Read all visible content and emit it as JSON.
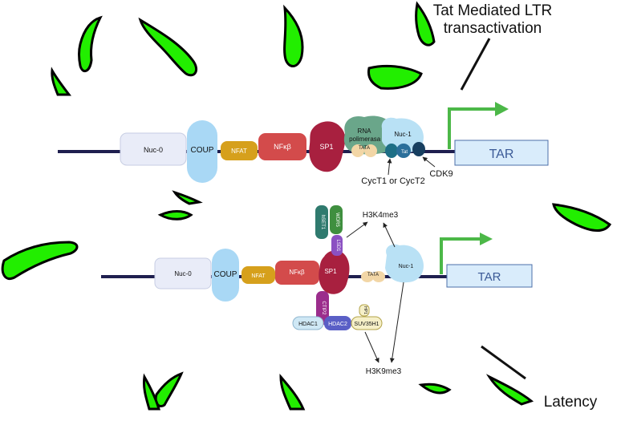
{
  "titles": {
    "top_line1": "Tat Mediated LTR",
    "top_line2": "transactivation",
    "bottom": "Latency"
  },
  "colors": {
    "dna": "#1f1f4f",
    "arrow": "#4cb848",
    "leaf_fill": "#22ee00",
    "leaf_stroke": "#000000",
    "nuc0": "#e9ecf8",
    "coup": "#a9d8f5",
    "nfat": "#d6a01c",
    "nfkb": "#d34b4b",
    "sp1": "#a8203f",
    "rnapol": "#6aa68a",
    "nuc1": "#b9e1f5",
    "tar": "#d9ecfb",
    "tata": "#f2d6a6",
    "cyct": "#1e6f86",
    "cdk9": "#173f60",
    "tat": "#2b6f9a",
    "hdac1": "#cfe8f5",
    "hdac2": "#5a5fc6",
    "suv": "#f6f0c8",
    "ctip2": "#9b2d8c",
    "wdr5": "#3f8f3f",
    "lsd1": "#8b51c2",
    "set1": "#2f7a6e"
  },
  "top": {
    "nuc0": "Nuc-0",
    "coup": "COUP",
    "nfat": "NFAT",
    "nfkb": "NFκβ",
    "sp1": "SP1",
    "rna_pol_line1": "RNA",
    "rna_pol_line2": "polimerasa II",
    "tata": "TATA",
    "nuc1": "Nuc-1",
    "tat": "Tat",
    "tar": "TAR",
    "cyct": "CycT1 or CycT2",
    "cdk9": "CDK9"
  },
  "bottom": {
    "nuc0": "Nuc-0",
    "coup": "COUP",
    "nfat": "NFAT",
    "nfkb": "NFκβ",
    "sp1": "SP1",
    "tata": "TATA",
    "nuc1": "Nuc-1",
    "tar": "TAR",
    "set1": "hSET1",
    "wdr5": "WDR5",
    "lsd1": "LSD1",
    "ctip2": "CTIP2",
    "hdac1": "HDAC1",
    "hdac2": "HDAC2",
    "hp1": "HP1",
    "suv": "SUV35H1",
    "h3k4me3": "H3K4me3",
    "h3k9me3": "H3K9me3"
  }
}
